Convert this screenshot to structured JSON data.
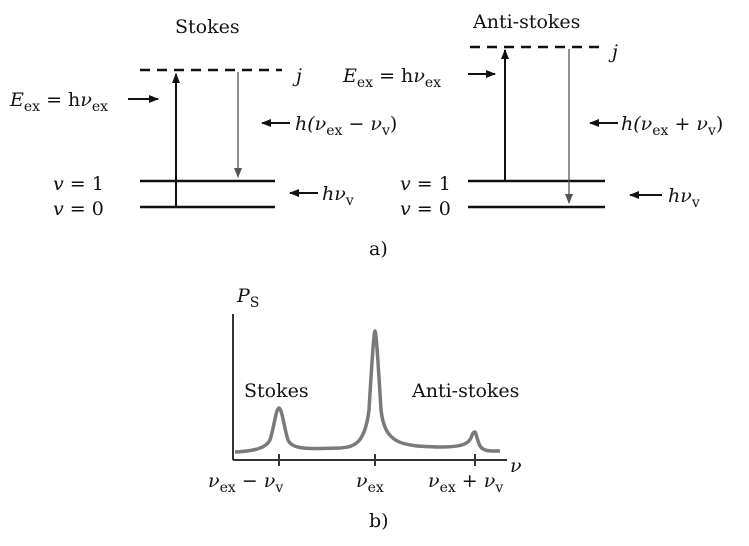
{
  "panel_a": {
    "stokes": {
      "title": "Stokes",
      "virtual_state": "j",
      "excitation_label": {
        "main": "E",
        "sub": "ex",
        "eq": " = h",
        "nu": "ν",
        "nusub": "ex"
      },
      "scattered_label": {
        "pre": "h(",
        "nu1": "ν",
        "sub1": "ex",
        "op": " − ",
        "nu2": "ν",
        "sub2": "v",
        "post": ")"
      },
      "level_1": {
        "sym": "v",
        "eq": " = 1"
      },
      "level_0": {
        "sym": "v",
        "eq": " = 0"
      },
      "vib_label": {
        "h": "h",
        "nu": "ν",
        "sub": "v"
      }
    },
    "antistokes": {
      "title": "Anti-stokes",
      "virtual_state": "j",
      "excitation_label": {
        "main": "E",
        "sub": "ex",
        "eq": " = h",
        "nu": "ν",
        "nusub": "ex"
      },
      "scattered_label": {
        "pre": "h(",
        "nu1": "ν",
        "sub1": "ex",
        "op": " + ",
        "nu2": "ν",
        "sub2": "v",
        "post": ")"
      },
      "level_1": {
        "sym": "v",
        "eq": " = 1"
      },
      "level_0": {
        "sym": "v",
        "eq": " = 0"
      },
      "vib_label": {
        "h": "h",
        "nu": "ν",
        "sub": "v"
      }
    },
    "caption": "a)"
  },
  "panel_b": {
    "y_axis": {
      "main": "P",
      "sub": "S"
    },
    "x_axis": "ν",
    "peak_labels": [
      "Stokes",
      "Anti-stokes"
    ],
    "ticks": [
      {
        "nu1": "ν",
        "sub1": "ex",
        "op": " − ",
        "nu2": "ν",
        "sub2": "v"
      },
      {
        "nu1": "ν",
        "sub1": "ex"
      },
      {
        "nu1": "ν",
        "sub1": "ex",
        "op": " + ",
        "nu2": "ν",
        "sub2": "v"
      }
    ],
    "caption": "b)"
  },
  "colors": {
    "ink": "#111111",
    "curve": "#7a7a7a",
    "axis": "#333333"
  }
}
